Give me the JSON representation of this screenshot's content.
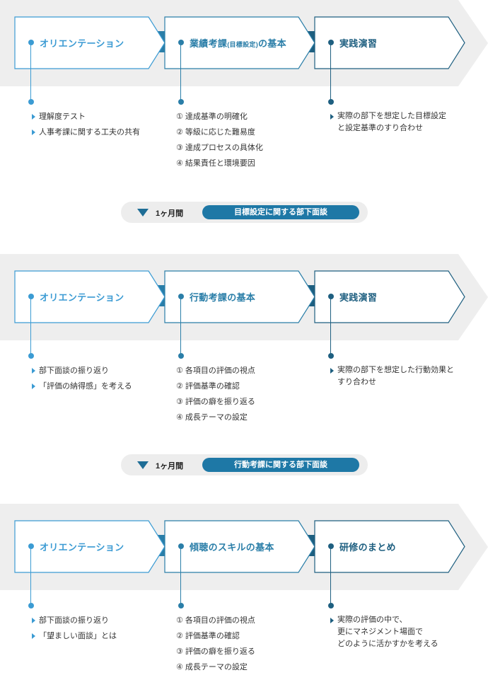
{
  "colors": {
    "light_blue": "#3b9bd3",
    "mid_blue": "#2a7ea8",
    "dark_blue": "#1e5f80",
    "band_gray": "#eeeeee",
    "pill_blue": "#1e78a6"
  },
  "sections": [
    {
      "steps": [
        {
          "title": "オリエンテーション"
        },
        {
          "title_main": "業績考課",
          "title_small": "(目標設定)",
          "title_tail": "の基本"
        },
        {
          "title": "実践演習"
        }
      ],
      "col1_items": [
        "理解度テスト",
        "人事考課に関する工夫の共有"
      ],
      "col2_items": [
        "① 達成基準の明確化",
        "② 等級に応じた難易度",
        "③ 達成プロセスの具体化",
        "④ 結果責任と環境要因"
      ],
      "col3_items": [
        "実際の部下を想定した目標設定\nと設定基準のすり合わせ"
      ]
    },
    {
      "steps": [
        {
          "title": "オリエンテーション"
        },
        {
          "title": "行動考課の基本"
        },
        {
          "title": "実践演習"
        }
      ],
      "col1_items": [
        "部下面談の振り返り",
        "「評価の納得感」を考える"
      ],
      "col2_items": [
        "① 各項目の評価の視点",
        "② 評価基準の確認",
        "③ 評価の癖を振り返る",
        "④ 成長テーマの設定"
      ],
      "col3_items": [
        "実際の部下を想定した行動効果と\nすり合わせ"
      ]
    },
    {
      "steps": [
        {
          "title": "オリエンテーション"
        },
        {
          "title": "傾聴のスキルの基本"
        },
        {
          "title": "研修のまとめ"
        }
      ],
      "col1_items": [
        "部下面談の振り返り",
        "「望ましい面談」とは"
      ],
      "col2_items": [
        "① 各項目の評価の視点",
        "② 評価基準の確認",
        "③ 評価の癖を振り返る",
        "④ 成長テーマの設定"
      ],
      "col3_items": [
        "実際の評価の中で、\n更にマネジメント場面で\nどのように活かすかを考える"
      ]
    }
  ],
  "intervals": [
    {
      "period": "1ヶ月間",
      "label": "目標設定に関する部下面談"
    },
    {
      "period": "1ヶ月間",
      "label": "行動考課に関する部下面談"
    }
  ]
}
